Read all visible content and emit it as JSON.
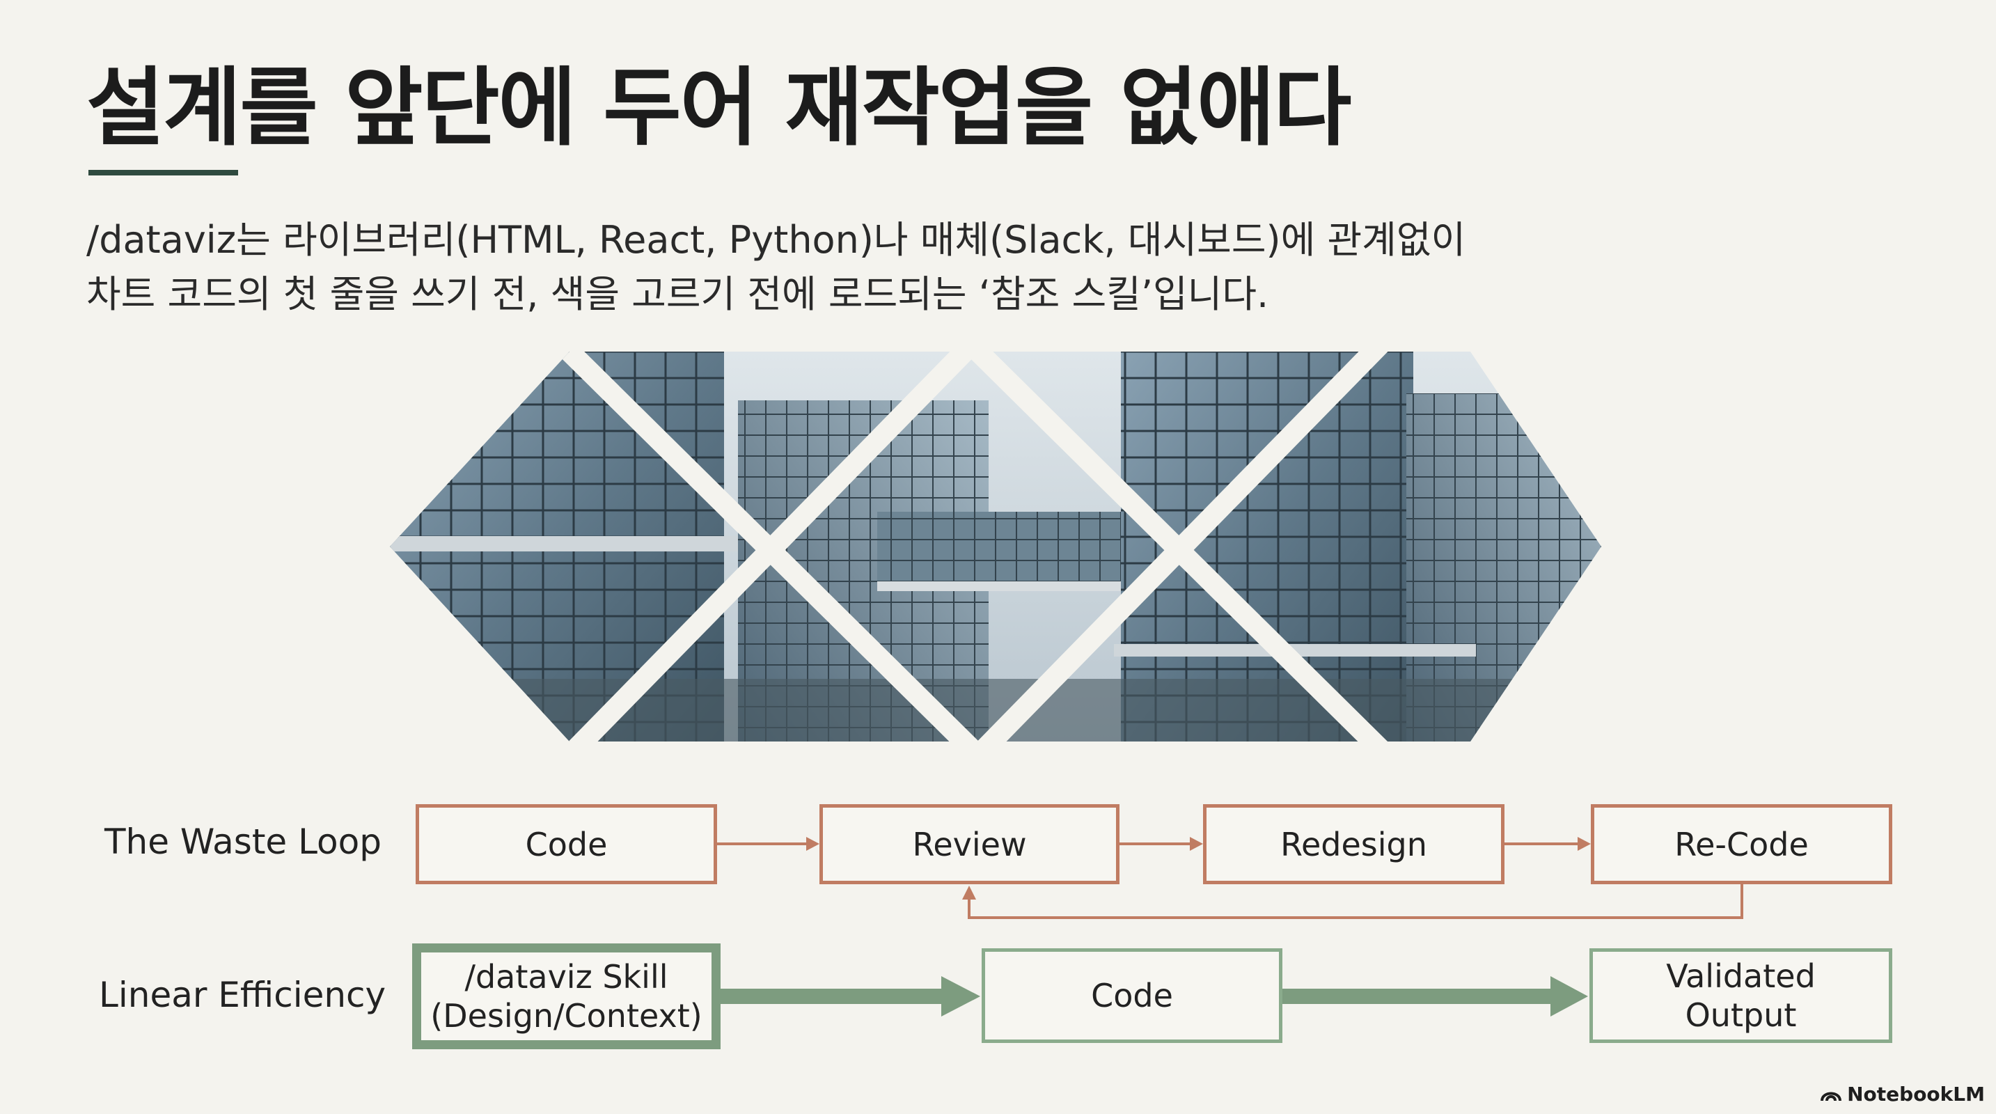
{
  "slide": {
    "title": "설계를 앞단에 두어 재작업을 없애다",
    "subtitle_line1": "/dataviz는 라이브러리(HTML, React, Python)나 매체(Slack, 대시보드)에 관계없이",
    "subtitle_line2": "차트 코드의 첫 줄을 쓰기 전, 색을 고르기 전에 로드되는 ‘참조 스킬’입니다."
  },
  "waste_loop": {
    "label": "The Waste Loop",
    "steps": [
      "Code",
      "Review",
      "Redesign",
      "Re-Code"
    ]
  },
  "linear_efficiency": {
    "label": "Linear Efficiency",
    "skill_line1": "/dataviz Skill",
    "skill_line2": "(Design/Context)",
    "code": "Code",
    "output_line1": "Validated",
    "output_line2": "Output"
  },
  "brand": {
    "name": "NotebookLM"
  },
  "colors": {
    "waste": "#c07c62",
    "efficiency": "#7d9c7f",
    "accent_underline": "#2f4a3f",
    "background": "#f4f3ee"
  }
}
